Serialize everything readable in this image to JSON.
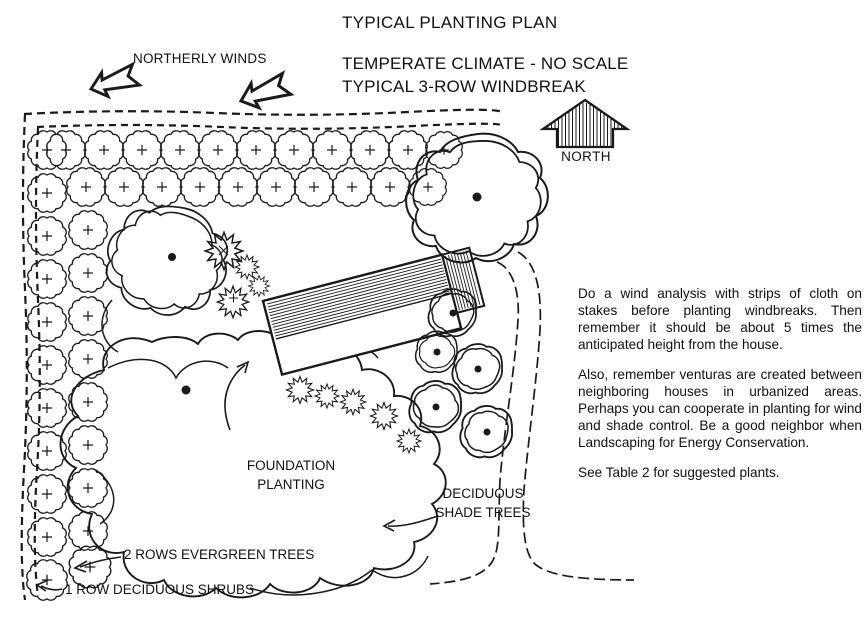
{
  "header": {
    "title": "TYPICAL PLANTING PLAN",
    "subtitle_line1": "TEMPERATE CLIMATE - NO SCALE",
    "subtitle_line2": "TYPICAL 3-ROW WINDBREAK"
  },
  "wind": {
    "label": "NORTHERLY WINDS"
  },
  "compass": {
    "north_label": "NORTH"
  },
  "plan_labels": {
    "foundation": "FOUNDATION PLANTING",
    "deciduous": "DECIDUOUS SHADE TREES",
    "evergreen": "2 ROWS EVERGREEN TREES",
    "shrubs": "1 ROW DECIDUOUS SHRUBS"
  },
  "notes": {
    "para1": "Do a wind analysis with strips of cloth on stakes before planting windbreaks. Then remember it should be about 5 times the anticipated height from the house.",
    "para2": "Also, remember venturas are created between neighboring houses in urbanized areas. Perhaps you can cooperate in planting for wind and shade control. Be a good neighbor when Landscaping for Energy Conservation.",
    "para3": "See Table 2 for suggested plants."
  },
  "icons": {
    "north_arrow": "hatched-up-block-arrow",
    "wind_arrows": "hand-drawn-block-arrows-pointing-southwest"
  },
  "colors": {
    "ink": "#1a1a1a",
    "paper": "#ffffff"
  }
}
